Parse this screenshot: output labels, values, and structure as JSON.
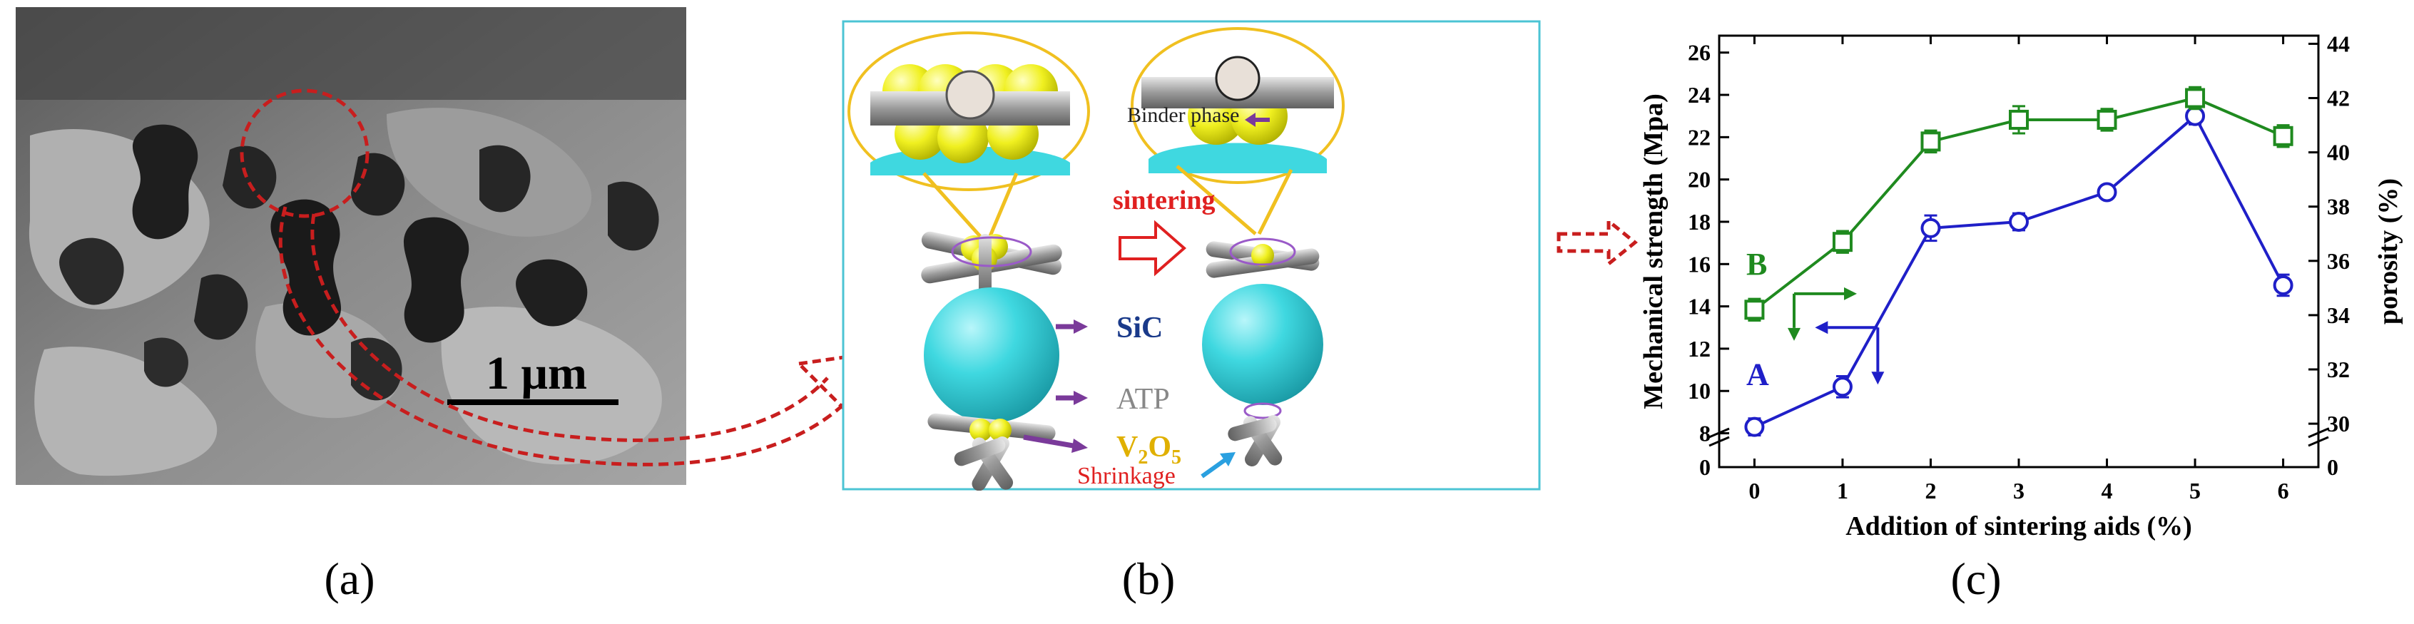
{
  "panels": {
    "a": {
      "label": "(a)",
      "scale_bar": "1 μm"
    },
    "b": {
      "label": "(b)",
      "binder_phase": "Binder phase",
      "sintering": "sintering",
      "sic": "SiC",
      "atp": "ATP",
      "v2o5_main": "V",
      "v2o5_sub": "2",
      "v2o5_o": "O",
      "v2o5_sub2": "5",
      "shrinkage": "Shrinkage"
    },
    "c": {
      "label": "(c)"
    }
  },
  "colors": {
    "green": "#1f8a1f",
    "blue": "#1f1fc8",
    "red_dashed": "#c81e1e",
    "cyan": "#3fd8e0",
    "yellow": "#f0f020",
    "purple": "#7a3a9a",
    "frame": "#4cc4d4"
  },
  "chart_data": {
    "type": "line",
    "xlabel": "Addition of sintering aids (%)",
    "ylabel": "Mechanical strength (Mpa)",
    "y2label": "porosity (%)",
    "x": [
      0,
      1,
      2,
      3,
      4,
      5,
      6
    ],
    "xticks": [
      "0",
      "1",
      "2",
      "3",
      "4",
      "5",
      "6"
    ],
    "xlim": [
      -0.4,
      6.4
    ],
    "ylim": [
      6.4,
      26.8
    ],
    "yticks": [
      8,
      10,
      12,
      14,
      16,
      18,
      20,
      22,
      24,
      26
    ],
    "ybottom_tick": "0",
    "y2lim": [
      28.4,
      44.3
    ],
    "y2ticks": [
      30,
      32,
      34,
      36,
      38,
      40,
      42,
      44
    ],
    "y2bottom_tick": "0",
    "series": [
      {
        "name": "A",
        "axis": "left",
        "marker": "circle",
        "color": "#1f1fc8",
        "values": [
          8.3,
          10.2,
          17.7,
          18.0,
          19.4,
          23.0,
          15.0
        ],
        "errors": [
          0.4,
          0.5,
          0.6,
          0.4,
          0.3,
          0.4,
          0.5
        ]
      },
      {
        "name": "B",
        "axis": "right",
        "marker": "square",
        "color": "#1f8a1f",
        "values": [
          34.2,
          36.7,
          40.4,
          41.2,
          41.2,
          42.0,
          40.6
        ],
        "errors": [
          0.4,
          0.4,
          0.4,
          0.5,
          0.4,
          0.4,
          0.4
        ]
      }
    ]
  }
}
